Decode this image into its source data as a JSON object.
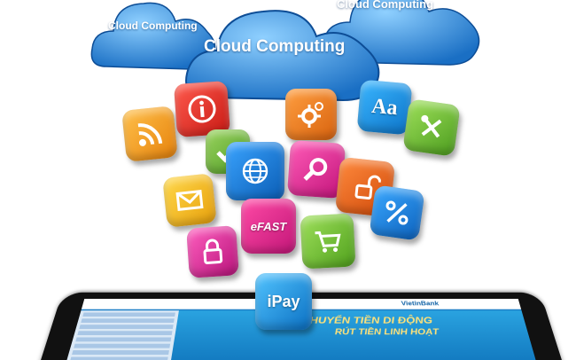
{
  "clouds": {
    "main_label": "Cloud Computing",
    "left_label": "Cloud Computing",
    "right_label": "Cloud Computing"
  },
  "apps": {
    "font_glyph": "Aa",
    "efast_label": "eFAST",
    "ipay_label": "iPay"
  },
  "tablet": {
    "brand": "VietinBank",
    "banner_line1": "CHUYỂN TIỀN DI ĐỘNG",
    "banner_line2": "RÚT TIỀN LINH HOẠT"
  },
  "colors": {
    "cloud_fill": "#3f9be0",
    "orange": "#f29a1e",
    "red": "#d8261f",
    "blue": "#1d6fc7",
    "green": "#7bc142",
    "pink": "#e0218a",
    "yellow": "#f6c71a"
  }
}
